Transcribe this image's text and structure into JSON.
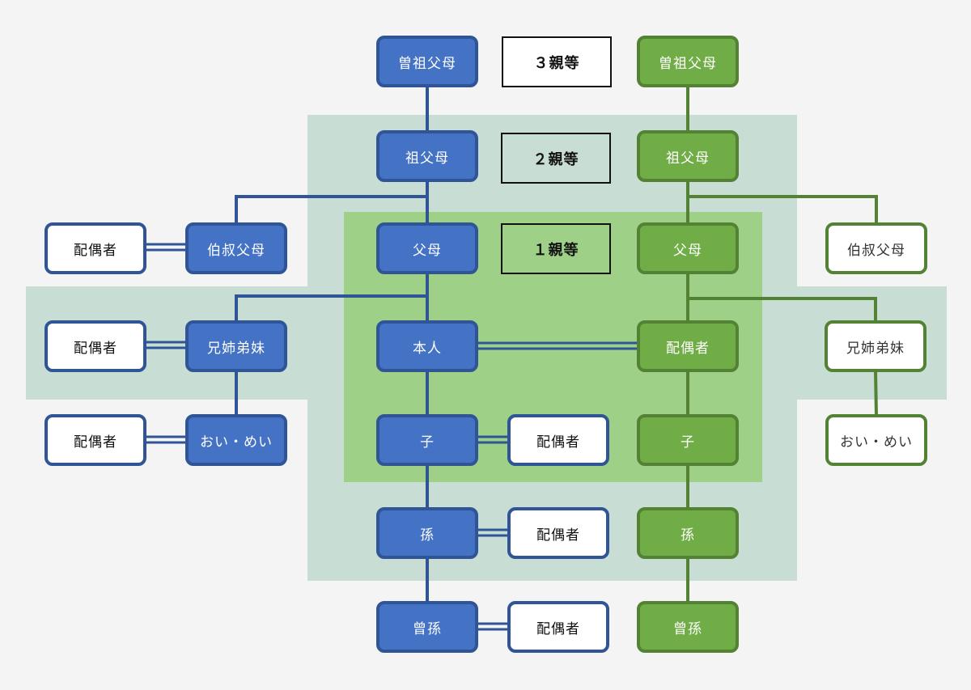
{
  "title": "親等図",
  "colors": {
    "blood_line": "#2f5597",
    "blood_fill": "#4472c4",
    "spouse_line": "#548235",
    "spouse_fill": "#70ad47",
    "degree1_region": "#9ed088",
    "degree2_region": "#c8ddd4",
    "background": "#f4f4f4"
  },
  "degree_labels": {
    "d3": "３親等",
    "d2": "２親等",
    "d1": "１親等"
  },
  "self_line": {
    "great_grandparents": "曽祖父母",
    "grandparents": "祖父母",
    "parents": "父母",
    "self": "本人",
    "children": "子",
    "grandchildren": "孫",
    "great_grandchildren": "曾孫"
  },
  "self_collateral": {
    "uncles_aunts": "伯叔父母",
    "uncles_aunts_spouse": "配偶者",
    "siblings": "兄姉弟妹",
    "siblings_spouse": "配偶者",
    "nephews_nieces": "おい・めい",
    "nephews_nieces_spouse": "配偶者"
  },
  "descendant_spouses": {
    "children_spouse": "配偶者",
    "grandchildren_spouse": "配偶者",
    "great_grandchildren_spouse": "配偶者"
  },
  "spouse_line": {
    "great_grandparents": "曽祖父母",
    "grandparents": "祖父母",
    "parents": "父母",
    "spouse": "配偶者",
    "children": "子",
    "grandchildren": "孫",
    "great_grandchildren": "曾孫"
  },
  "spouse_collateral": {
    "uncles_aunts": "伯叔父母",
    "siblings": "兄姉弟妹",
    "nephews_nieces": "おい・めい"
  }
}
